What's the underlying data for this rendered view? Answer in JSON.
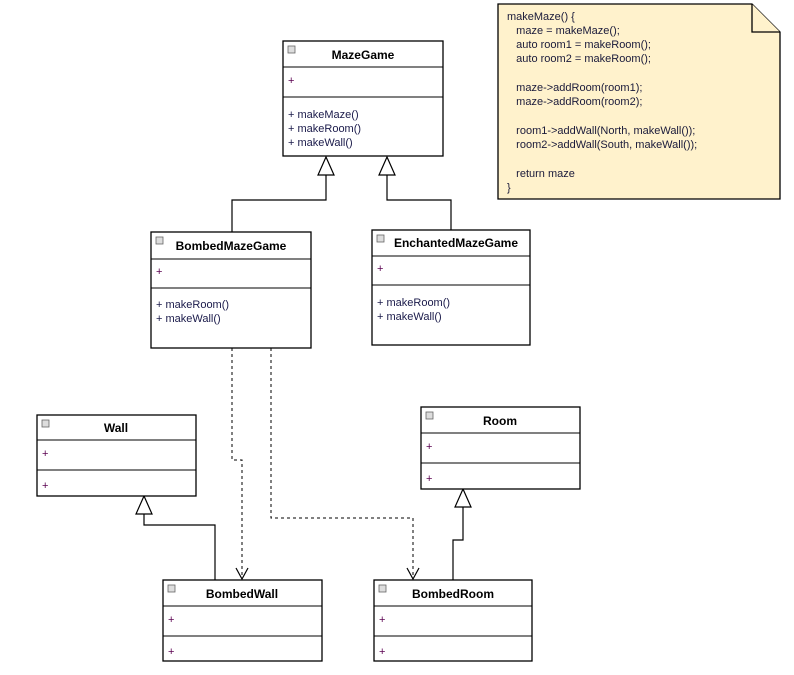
{
  "classes": {
    "maze_game": {
      "name": "MazeGame",
      "attributes": [
        "+"
      ],
      "methods": [
        "+ makeMaze()",
        "+ makeRoom()",
        "+ makeWall()"
      ]
    },
    "bombed_maze_game": {
      "name": "BombedMazeGame",
      "attributes": [
        "+"
      ],
      "methods": [
        "+ makeRoom()",
        "+ makeWall()"
      ]
    },
    "enchanted_maze_game": {
      "name": "EnchantedMazeGame",
      "attributes": [
        "+"
      ],
      "methods": [
        "+ makeRoom()",
        "+ makeWall()"
      ]
    },
    "wall": {
      "name": "Wall",
      "attributes": [
        "+"
      ],
      "methods": [
        "+"
      ]
    },
    "room": {
      "name": "Room",
      "attributes": [
        "+"
      ],
      "methods": [
        "+"
      ]
    },
    "bombed_wall": {
      "name": "BombedWall",
      "attributes": [
        "+"
      ],
      "methods": [
        "+"
      ]
    },
    "bombed_room": {
      "name": "BombedRoom",
      "attributes": [
        "+"
      ],
      "methods": [
        "+"
      ]
    }
  },
  "note": {
    "lines": [
      "makeMaze() {",
      "   maze = makeMaze();",
      "   auto room1 = makeRoom();",
      "   auto room2 = makeRoom();",
      "",
      "   maze->addRoom(room1);",
      "   maze->addRoom(room2);",
      "",
      "   room1->addWall(North, makeWall());",
      "   room2->addWall(South, makeWall());",
      "",
      "   return maze",
      "}"
    ],
    "color": "#fff2cc"
  }
}
